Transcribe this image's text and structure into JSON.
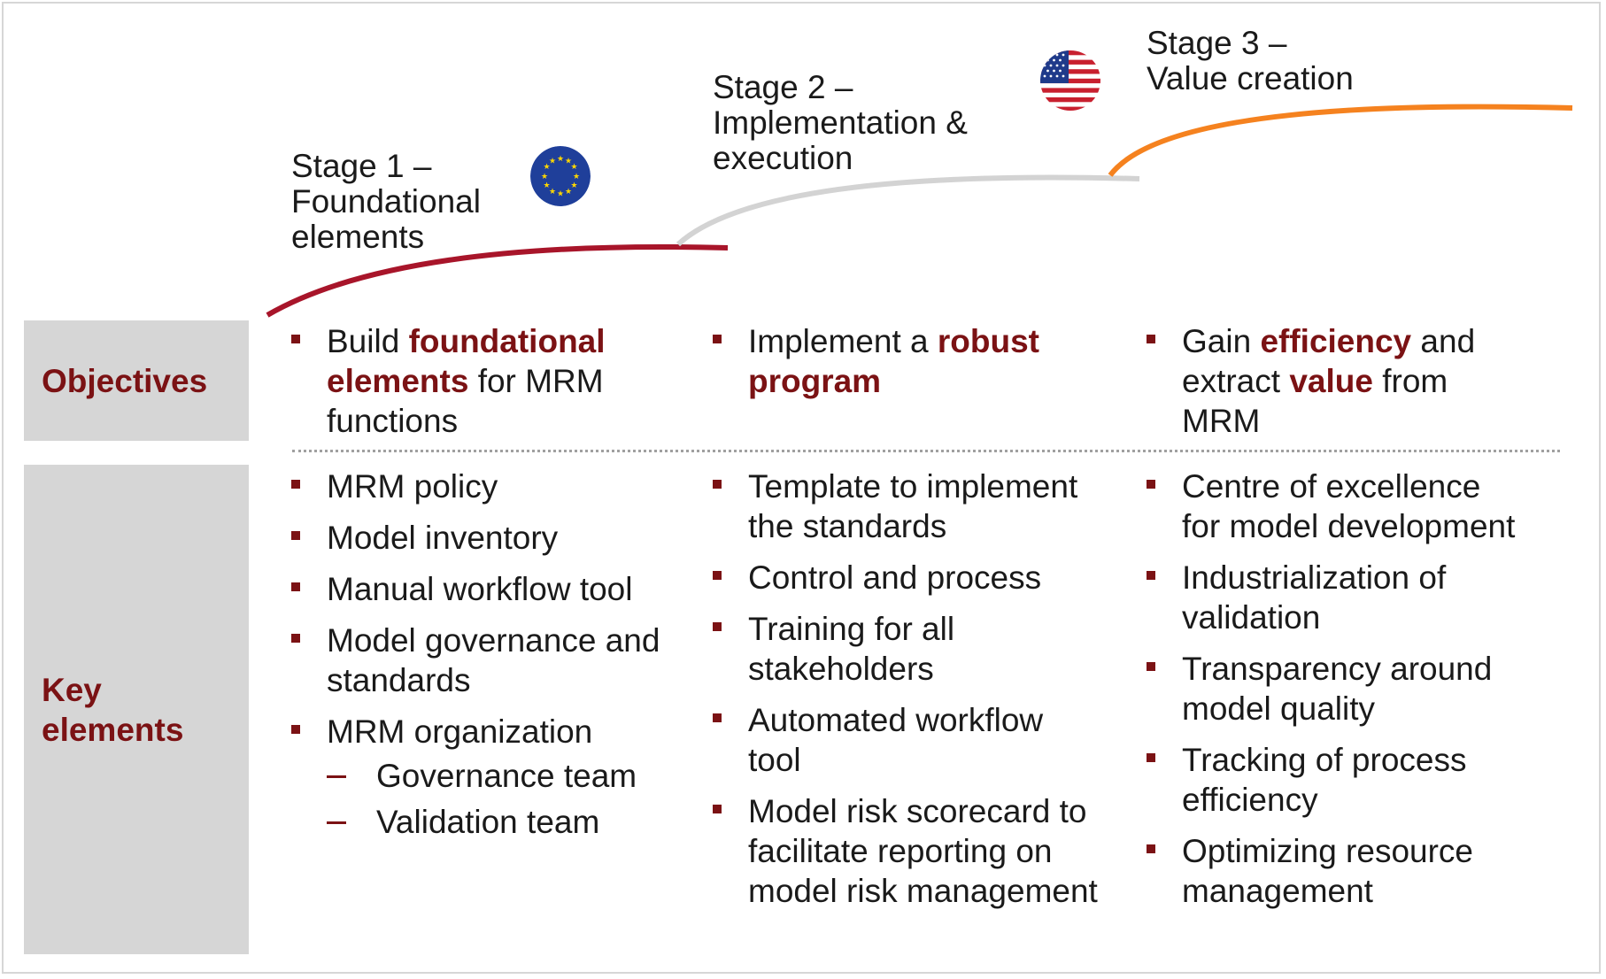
{
  "stages": [
    {
      "title": "Stage 1 –\nFoundational\nelements",
      "color": "#a8152a",
      "flag": "eu-flag-icon"
    },
    {
      "title": "Stage 2 –\nImplementation &\nexecution",
      "color": "#d3d3d3"
    },
    {
      "title": "Stage 3 –\nValue creation",
      "color": "#f5821f",
      "flag": "us-flag-icon"
    }
  ],
  "rows": {
    "objectives_label": "Objectives",
    "key_elements_label": "Key\nelements"
  },
  "objectives": {
    "s1": {
      "p1": "Build ",
      "h1": "foundational elements",
      "p2": " for MRM functions"
    },
    "s2": {
      "p1": "Implement a ",
      "h1": "robust program"
    },
    "s3": {
      "p1": "Gain ",
      "h1": "efficiency",
      "p2": " and extract ",
      "h2": "value",
      "p3": " from MRM"
    }
  },
  "key_elements": {
    "s1": [
      "MRM policy",
      "Model inventory",
      "Manual workflow tool",
      "Model governance and standards",
      "MRM organization"
    ],
    "s1_sub": [
      "Governance team",
      "Validation team"
    ],
    "s2": [
      "Template to implement the standards",
      "Control and process",
      "Training for all stakeholders",
      "Automated workflow tool",
      "Model risk scorecard to facilitate reporting on model risk management"
    ],
    "s3": [
      "Centre of excellence for model development",
      "Industrialization of validation",
      "Transparency around model quality",
      "Tracking of process efficiency",
      "Optimizing resource management"
    ]
  },
  "colors": {
    "accent": "#7b1214",
    "label_bg": "#d6d6d6"
  }
}
